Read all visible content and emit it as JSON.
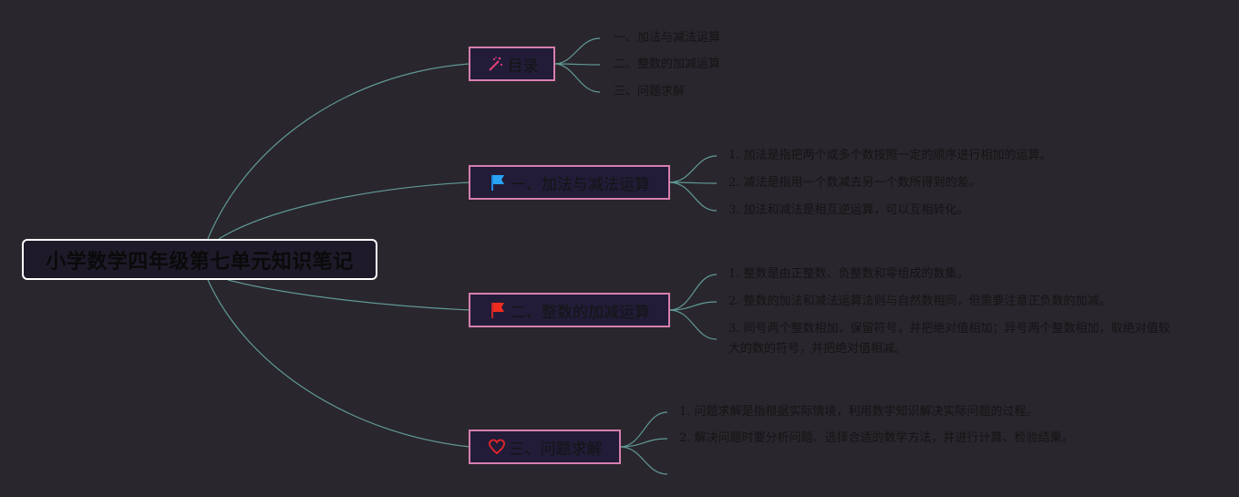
{
  "root": {
    "title": "小学数学四年级第七单元知识笔记"
  },
  "colors": {
    "background": "#2a262d",
    "link": "#5f9a96",
    "branch_border": "#d67fae",
    "branch_fill": "#221c38",
    "root_border": "#ffffff"
  },
  "branches": [
    {
      "label": "目录",
      "icon": "magic-wand-icon",
      "children": [
        "一、加法与减法运算",
        "二、整数的加减运算",
        "三、问题求解"
      ]
    },
    {
      "label": "一、加法与减法运算",
      "icon": "blue-flag-icon",
      "children": [
        "1. 加法是指把两个或多个数按照一定的顺序进行相加的运算。",
        "2. 减法是指用一个数减去另一个数所得到的差。",
        "3. 加法和减法是相互逆运算，可以互相转化。"
      ]
    },
    {
      "label": "二、整数的加减运算",
      "icon": "red-flag-icon",
      "children": [
        "1. 整数是由正整数、负整数和零组成的数集。",
        "2. 整数的加法和减法运算法则与自然数相同，但需要注意正负数的加减。",
        "3. 同号两个整数相加，保留符号，并把绝对值相加；异号两个整数相加，取绝对值较大的数的符号，并把绝对值相减。"
      ]
    },
    {
      "label": "三、问题求解",
      "icon": "heart-icon",
      "children": [
        "1. 问题求解是指根据实际情境，利用数学知识解决实际问题的过程。",
        "2. 解决问题时要分析问题、选择合适的数学方法，并进行计算、检验结果。",
        ""
      ]
    }
  ]
}
